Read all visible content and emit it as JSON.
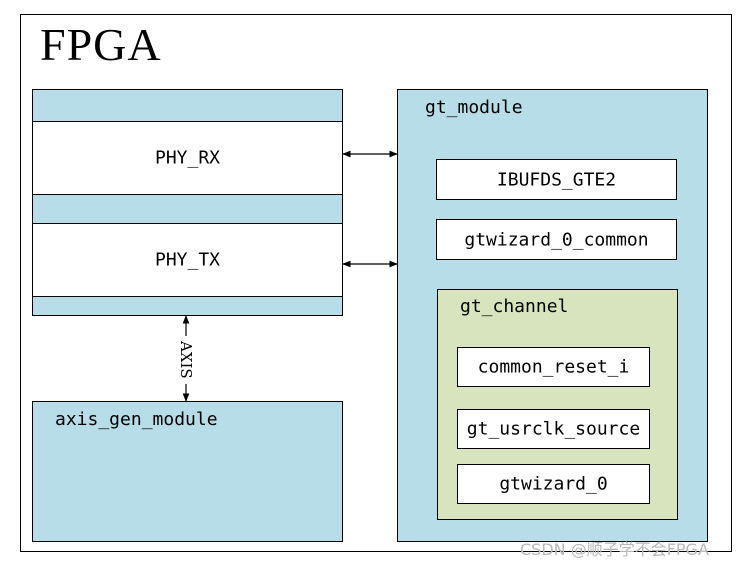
{
  "title": "FPGA",
  "left": {
    "phy_rx": "PHY_RX",
    "phy_tx": "PHY_TX",
    "axis_label": "AXIS",
    "axis_gen_module": "axis_gen_module"
  },
  "right": {
    "gt_module": "gt_module",
    "ibufds": "IBUFDS_GTE2",
    "gtwizard_common": "gtwizard_0_common",
    "gt_channel": {
      "label": "gt_channel",
      "common_reset": "common_reset_i",
      "usrclk_source": "gt_usrclk_source",
      "gtwizard": "gtwizard_0"
    }
  },
  "colors": {
    "module_blue": "#b6dde8",
    "channel_green": "#d7e4bd",
    "block_white": "#ffffff"
  },
  "watermark": "CSDN @顺子学不会FPGA"
}
